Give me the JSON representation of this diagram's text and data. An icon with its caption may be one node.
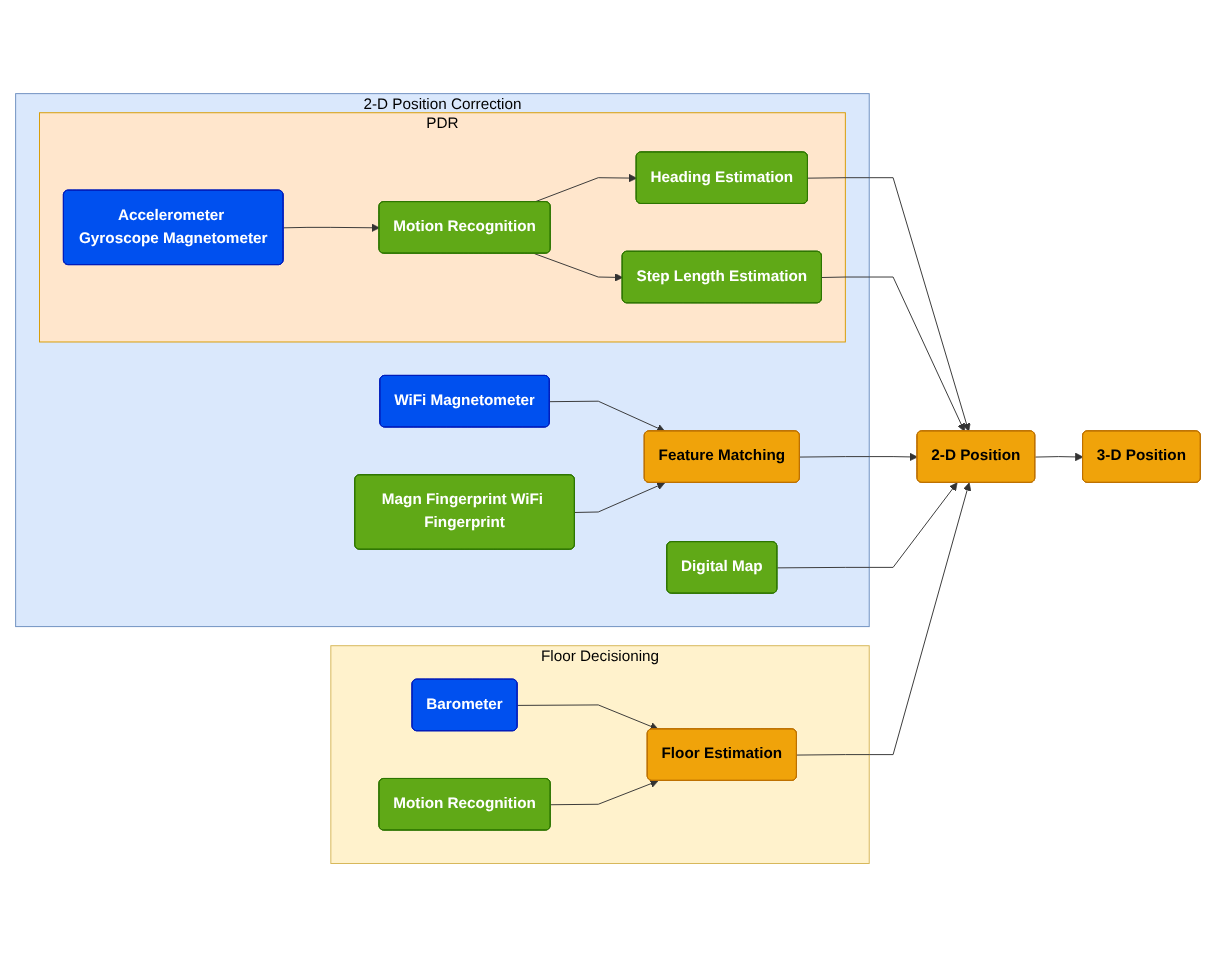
{
  "diagram": {
    "nodes": [
      {
        "text": [
          "2-D Position Correction"
        ]
      },
      {
        "text": [
          "PDR"
        ],
        "in": 0
      },
      {
        "text": [
          "Accelerometer Gyroscope Magnetometer"
        ],
        "in": 1
      },
      {
        "text": [
          "Motion Recognition"
        ],
        "in": 1
      },
      {
        "text": [
          "Heading Estimation"
        ],
        "in": 1
      },
      {
        "text": [
          "Step Length Estimation"
        ],
        "in": 1
      },
      {
        "text": [
          "WiFi Magnetometer"
        ],
        "in": 0
      },
      {
        "text": [
          "Magn Fingerprint WiFi Fingerprint"
        ],
        "in": 0
      },
      {
        "text": [
          "Feature Matching"
        ],
        "in": 0
      },
      {
        "text": [
          "Digital Map"
        ],
        "in": 0
      },
      {
        "text": [
          "3-D Position"
        ]
      },
      {
        "text": [
          "2-D Position"
        ]
      },
      {
        "text": [
          "Floor Decisioning"
        ]
      },
      {
        "text": [
          "Barometer"
        ],
        "in": 12
      },
      {
        "text": [
          "Motion Recognition"
        ],
        "in": 12
      },
      {
        "text": [
          "Floor Estimation"
        ],
        "in": 12
      }
    ],
    "edges": [
      {
        "from": 2,
        "to": 3,
        "arrow": "to"
      },
      {
        "from": 3,
        "to": 4,
        "arrow": "to"
      },
      {
        "from": 3,
        "to": 5,
        "arrow": "to"
      },
      {
        "from": 6,
        "to": 8,
        "arrow": "to"
      },
      {
        "from": 7,
        "to": 8,
        "arrow": "to"
      },
      {
        "from": 4,
        "to": 11,
        "arrow": "to"
      },
      {
        "from": 5,
        "to": 11,
        "arrow": "to"
      },
      {
        "from": 8,
        "to": 11,
        "arrow": "to"
      },
      {
        "from": 9,
        "to": 11,
        "arrow": "to"
      },
      {
        "from": 15,
        "to": 11,
        "arrow": "to"
      },
      {
        "from": 11,
        "to": 10,
        "arrow": "to"
      },
      {
        "from": 13,
        "to": 15,
        "arrow": "to"
      },
      {
        "from": 14,
        "to": 15,
        "arrow": "to"
      }
    ]
  }
}
